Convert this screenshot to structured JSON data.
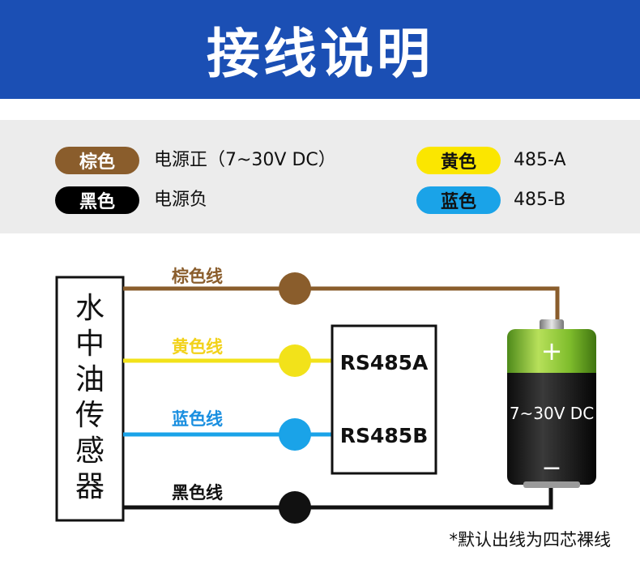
{
  "header": {
    "title": "接线说明"
  },
  "legend": {
    "items": [
      {
        "tag": "棕色",
        "desc": "电源正（7~30V DC）",
        "color": "#8a5d2c",
        "text_color": "#ffffff"
      },
      {
        "tag": "黑色",
        "desc": "电源负",
        "color": "#000000",
        "text_color": "#ffffff"
      },
      {
        "tag": "黄色",
        "desc": "485-A",
        "color": "#fbe600",
        "text_color": "#111111"
      },
      {
        "tag": "蓝色",
        "desc": "485-B",
        "color": "#1aa3e8",
        "text_color": "#111111"
      }
    ]
  },
  "diagram": {
    "sensor_label": "水中油传感器",
    "wires": [
      {
        "label": "棕色线",
        "color": "#8a5d2c",
        "label_color": "#8a5d2c"
      },
      {
        "label": "黄色线",
        "color": "#f2e21a",
        "label_color": "#f2d21a"
      },
      {
        "label": "蓝色线",
        "color": "#1aa3e8",
        "label_color": "#1a8fe0"
      },
      {
        "label": "黑色线",
        "color": "#111111",
        "label_color": "#111111"
      }
    ],
    "rs485": {
      "a": "RS485A",
      "b": "RS485B"
    },
    "battery": {
      "plus": "+",
      "minus": "−",
      "voltage": "7~30V DC"
    }
  },
  "note": "*默认出线为四芯裸线"
}
